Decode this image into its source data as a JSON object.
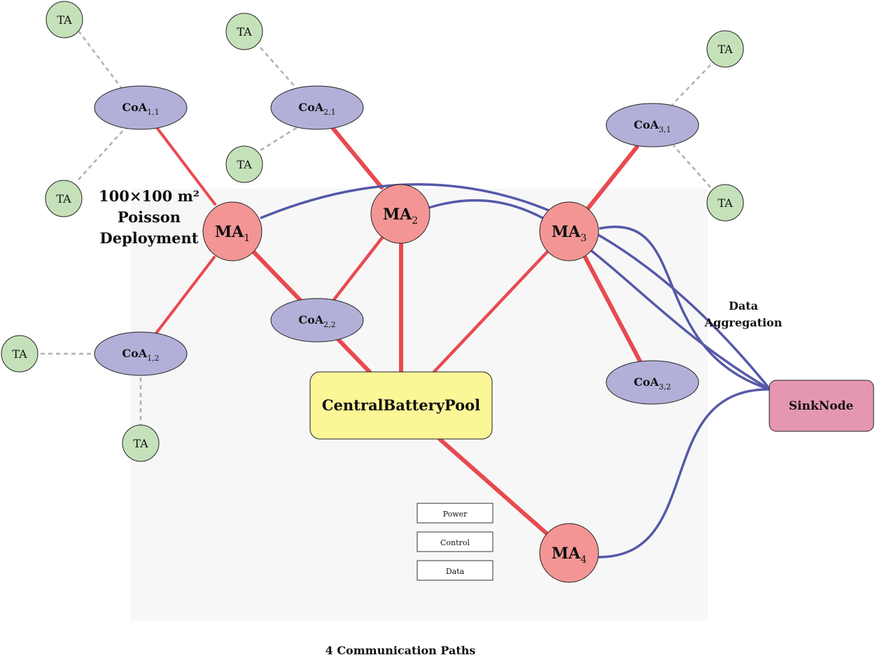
{
  "deployment_label": {
    "line1": "100×100 m²",
    "line2": "Poisson",
    "line3": "Deployment"
  },
  "footer_label": "4 Communication Paths",
  "aggregation_label": {
    "line1": "Data",
    "line2": "Aggregation"
  },
  "central_pool": {
    "label": "CentralBatteryPool"
  },
  "sink_node": {
    "label": "SinkNode"
  },
  "main_agents": [
    {
      "base": "MA",
      "sub": "1"
    },
    {
      "base": "MA",
      "sub": "2"
    },
    {
      "base": "MA",
      "sub": "3"
    },
    {
      "base": "MA",
      "sub": "4"
    }
  ],
  "coordinating_agents": [
    {
      "base": "CoA",
      "sub": "1,1"
    },
    {
      "base": "CoA",
      "sub": "1,2"
    },
    {
      "base": "CoA",
      "sub": "2,1"
    },
    {
      "base": "CoA",
      "sub": "2,2"
    },
    {
      "base": "CoA",
      "sub": "3,1"
    },
    {
      "base": "CoA",
      "sub": "3,2"
    }
  ],
  "terminal_agent_label": "TA",
  "legend": [
    "Power",
    "Control",
    "Data"
  ],
  "colors": {
    "power_link": "#e84a4f",
    "data_link": "#5559a8",
    "control_link": "#b0b0b0",
    "ma_fill": "#f49595",
    "coa_fill": "#b2b0d8",
    "ta_fill": "#c5e1b9",
    "pool_fill": "#fbf696",
    "sink_fill": "#e597b1",
    "region_fill": "#f7f7f7"
  }
}
